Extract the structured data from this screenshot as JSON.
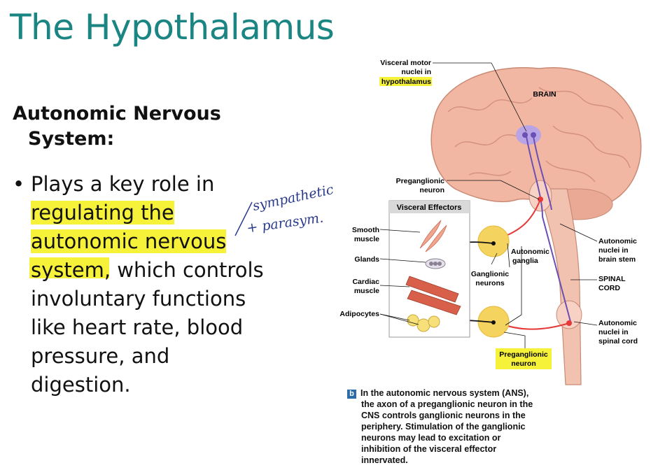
{
  "slide": {
    "title": "The Hypothalamus",
    "heading_line1": "Autonomic Nervous",
    "heading_line2": "System:",
    "bullet_lines": [
      "Plays a key role in",
      "regulating the",
      "autonomic nervous",
      "system, which controls",
      "involuntary functions",
      "like heart rate, blood",
      "pressure, and",
      "digestion."
    ],
    "handwritten_note_line1": "sympathetic",
    "handwritten_note_line2": "+ parasym."
  },
  "figure": {
    "labels": {
      "visceral_motor_l1": "Visceral motor",
      "visceral_motor_l2": "nuclei in",
      "visceral_motor_l3": "hypothalamus",
      "brain": "BRAIN",
      "preganglionic_top_l1": "Preganglionic",
      "preganglionic_top_l2": "neuron",
      "visceral_effectors": "Visceral Effectors",
      "smooth_l1": "Smooth",
      "smooth_l2": "muscle",
      "glands": "Glands",
      "cardiac_l1": "Cardiac",
      "cardiac_l2": "muscle",
      "adipocytes": "Adipocytes",
      "autonomic_ganglia_l1": "Autonomic",
      "autonomic_ganglia_l2": "ganglia",
      "ganglionic_l1": "Ganglionic",
      "ganglionic_l2": "neurons",
      "brainstem_l1": "Autonomic",
      "brainstem_l2": "nuclei in",
      "brainstem_l3": "brain stem",
      "spinal_l1": "SPINAL",
      "spinal_l2": "CORD",
      "spinalnuc_l1": "Autonomic",
      "spinalnuc_l2": "nuclei in",
      "spinalnuc_l3": "spinal cord",
      "preganglionic_bottom_l1": "Preganglionic",
      "preganglionic_bottom_l2": "neuron"
    },
    "caption": {
      "badge": "b",
      "line1": "In the autonomic nervous system (ANS),",
      "line2": "the axon of a preganglionic neuron in the",
      "line3": "CNS controls ganglionic neurons in the",
      "line4": "periphery. Stimulation of the ganglionic",
      "line5": "neurons may lead to excitation or",
      "line6": "inhibition of the visceral effector",
      "line7": "innervated."
    }
  },
  "colors": {
    "title": "#1a8582",
    "highlight": "#f6f23a",
    "brain": "#f2b7a3",
    "neuron_red": "#e53a3a",
    "neuron_purple": "#6b4fb3",
    "ganglion": "#f4d35e",
    "caption_badge": "#2b6ca8"
  }
}
